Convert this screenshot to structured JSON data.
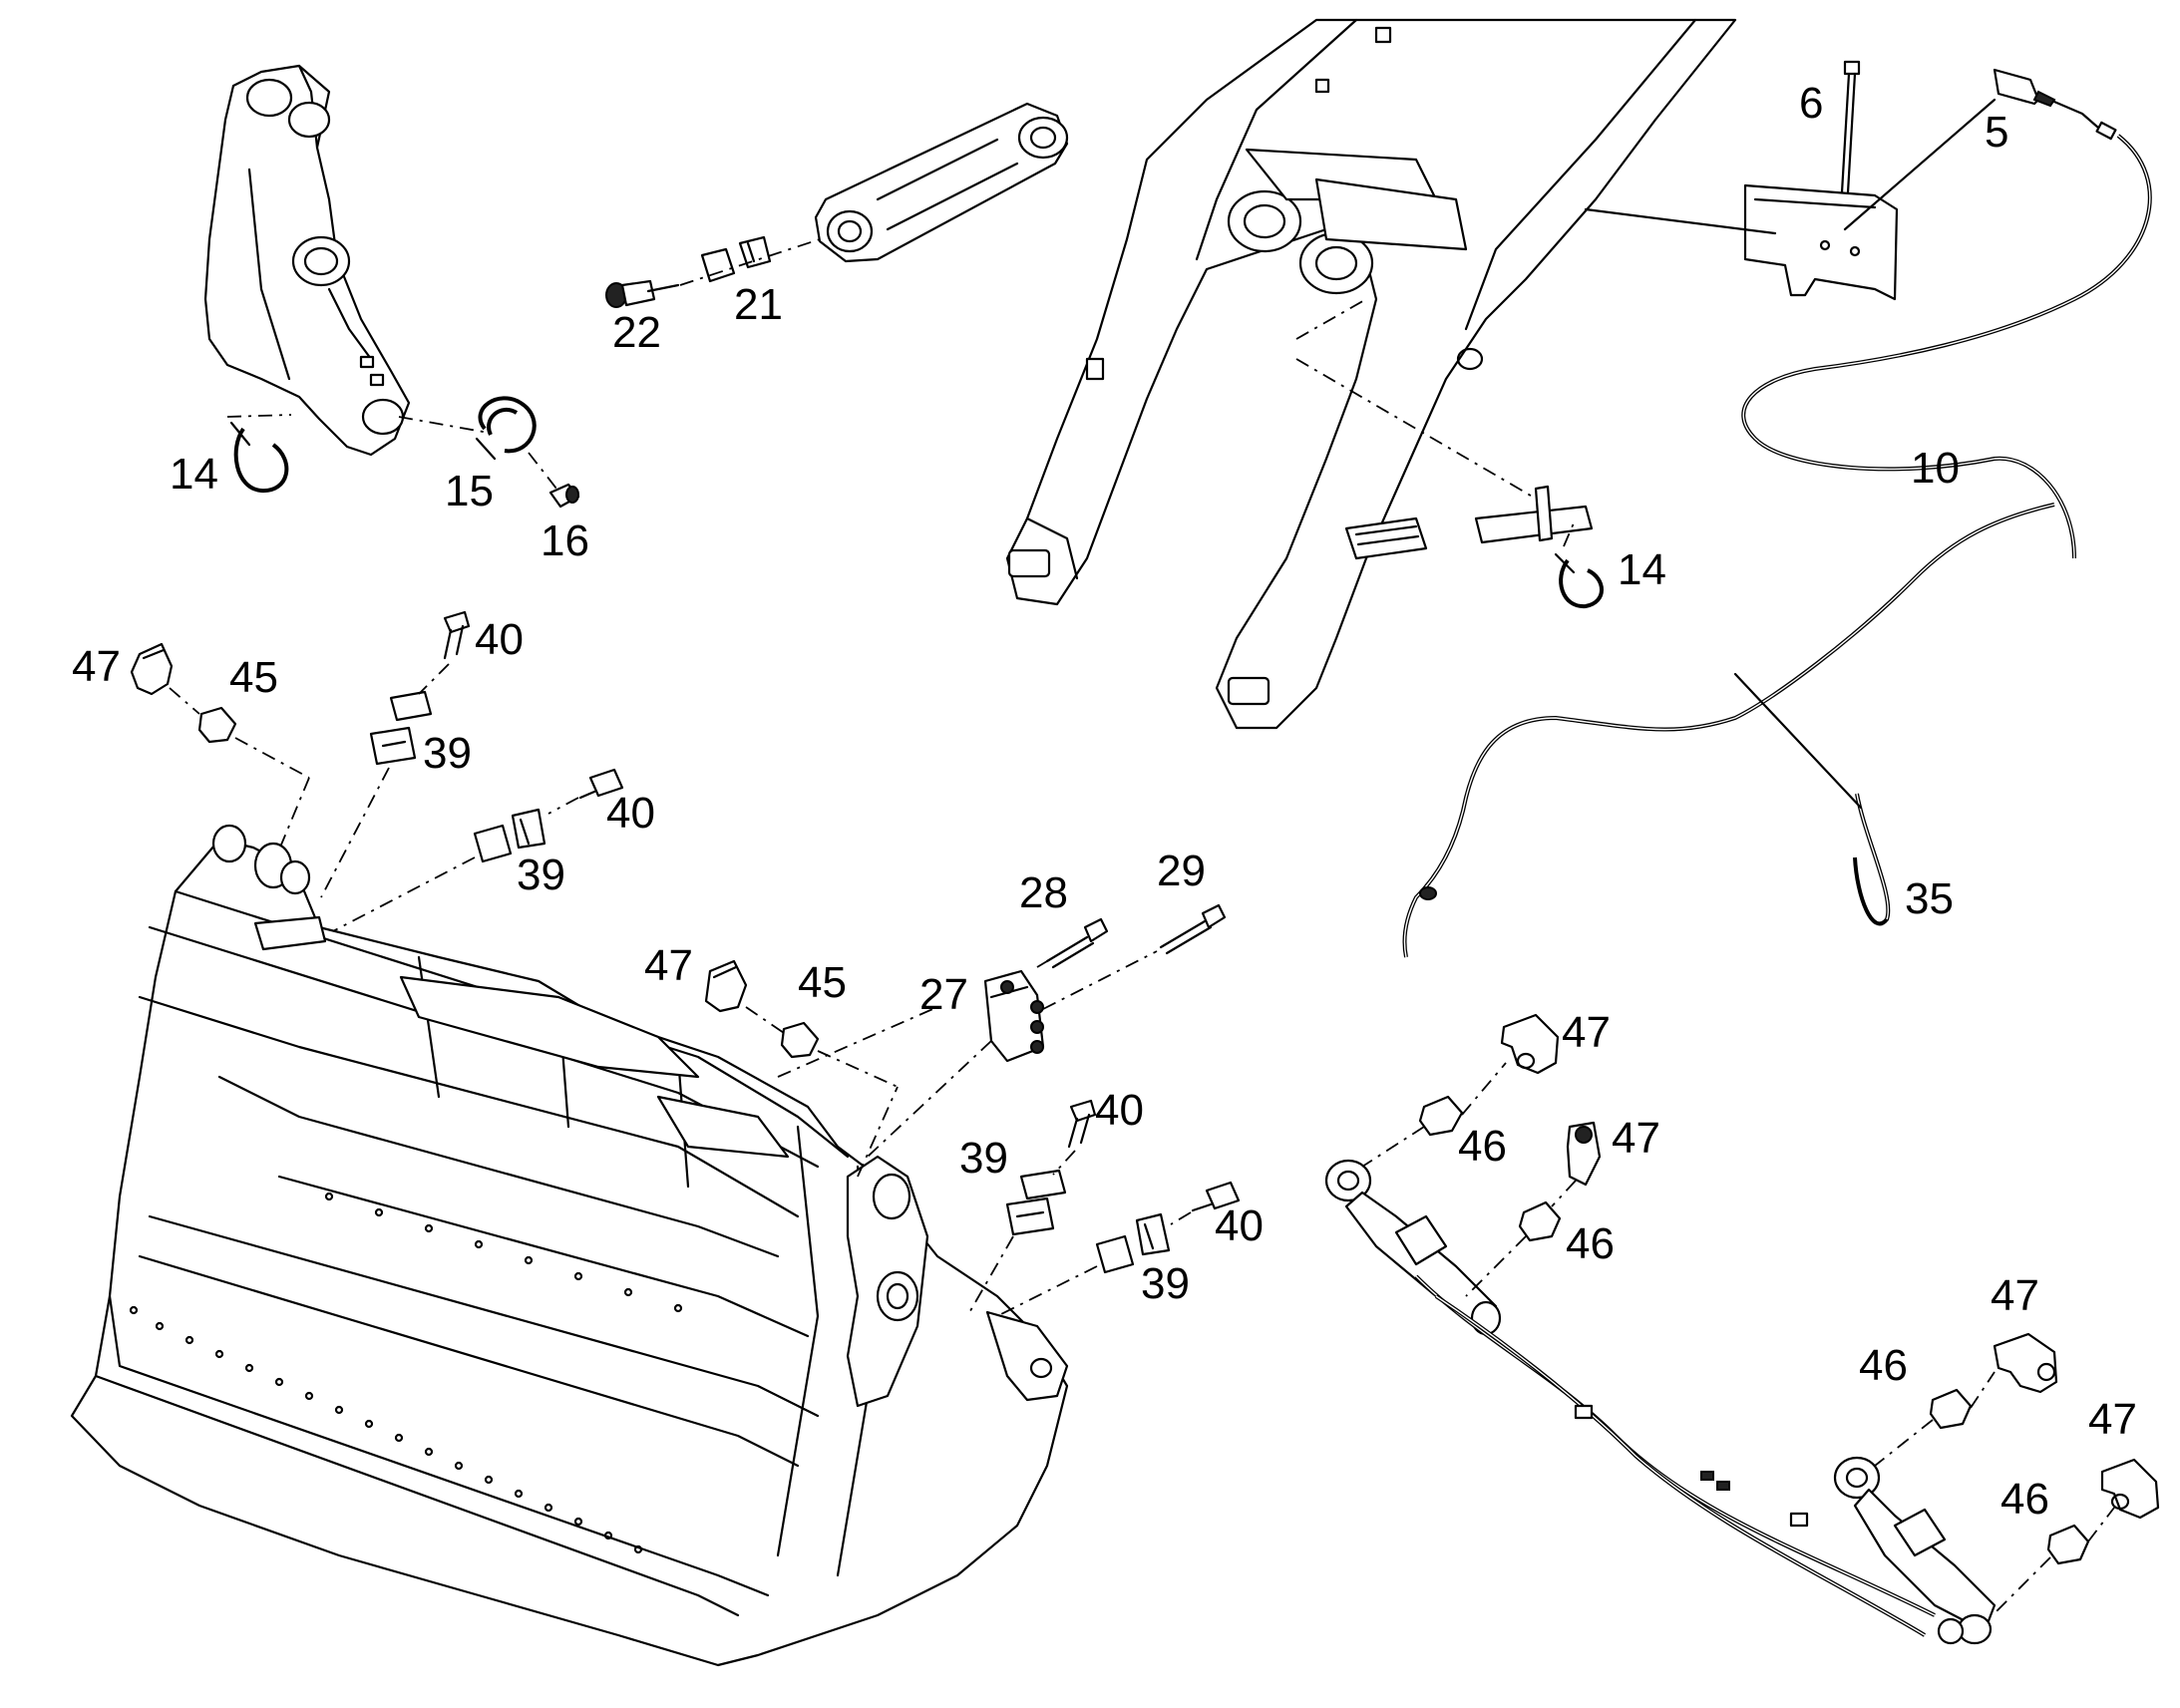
{
  "callouts": {
    "c5": "5",
    "c6": "6",
    "c10": "10",
    "c14a": "14",
    "c14b": "14",
    "c15": "15",
    "c16": "16",
    "c21": "21",
    "c22": "22",
    "c27": "27",
    "c28": "28",
    "c29": "29",
    "c35": "35",
    "c39a": "39",
    "c39b": "39",
    "c39c": "39",
    "c39d": "39",
    "c40a": "40",
    "c40b": "40",
    "c40c": "40",
    "c40d": "40",
    "c45a": "45",
    "c45b": "45",
    "c46a": "46",
    "c46b": "46",
    "c46c": "46",
    "c46d": "46",
    "c47a": "47",
    "c47b": "47",
    "c47c": "47",
    "c47d": "47",
    "c47e": "47",
    "c47f": "47"
  }
}
